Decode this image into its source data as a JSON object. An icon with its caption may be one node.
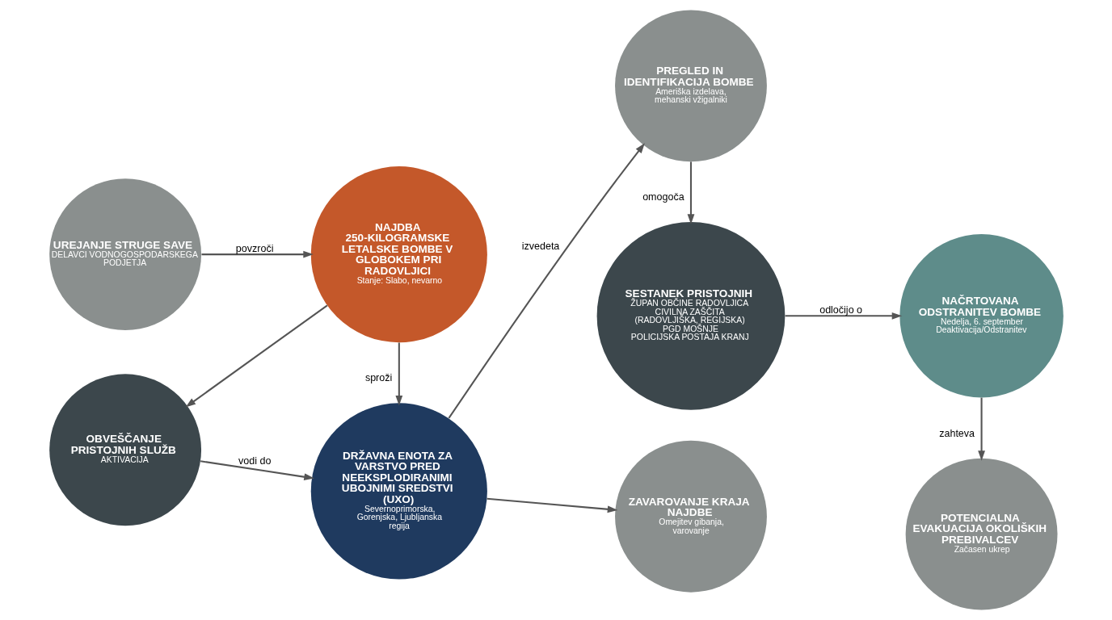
{
  "diagram": {
    "nodes": [
      {
        "text": [
          "UREJANJE STRUGE SAVE",
          "DELAVCI VODNOGOSPODARSKEGA PODJETJA"
        ]
      },
      {
        "text": [
          "NAJDBA 250-KILOGRAMSKE LETALSKE BOMBE V GLOBOKEM PRI RADOVLJICI",
          "Stanje: Slabo, nevarno"
        ]
      },
      {
        "text": [
          "OBVEŠČANJE PRISTOJNIH SLUŽB",
          "AKTIVACIJA"
        ]
      },
      {
        "text": [
          "DRŽAVNA ENOTA ZA VARSTVO PRED NEEKSPLODIRANIMI UBOJNIMI SREDSTVI (UXO)",
          "Severnoprimorska, Gorenjska, Ljubljanska regija"
        ]
      },
      {
        "text": [
          "SESTANEK PRISTOJNIH",
          "ŽUPAN OBČINE RADOVLJICA",
          "CIVILNA ZAŠČITA (RADOVLJIŠKA, REGIJSKA)",
          "PGD MOŠNJE",
          "POLICIJSKA POSTAJA KRANJ"
        ]
      },
      {
        "text": [
          "PREGLED IN IDENTIFIKACIJA BOMBE",
          "Ameriška izdelava, mehanski vžigalniki"
        ]
      },
      {
        "text": [
          "ZAVAROVANJE KRAJA NAJDBE",
          "Omejitev gibanja, varovanje"
        ]
      },
      {
        "text": [
          "NAČRTOVANA ODSTRANITEV BOMBE",
          "Nedelja, 6. september",
          "Deaktivacija/Odstranitev"
        ]
      },
      {
        "text": [
          "POTENCIALNA EVAKUACIJA OKOLIŠKIH PREBIVALCEV",
          "Začasen ukrep"
        ]
      }
    ],
    "edges": [
      {
        "from": 0,
        "to": 1,
        "arrow": "to",
        "label": "povzroči"
      },
      {
        "from": 1,
        "to": 2,
        "arrow": "to"
      },
      {
        "from": 1,
        "to": 3,
        "arrow": "to",
        "label": "sproži"
      },
      {
        "from": 2,
        "to": 3,
        "arrow": "to",
        "label": "vodi do"
      },
      {
        "from": 3,
        "to": 5,
        "arrow": "to",
        "label": "izvedeta"
      },
      {
        "from": 3,
        "to": 6,
        "arrow": "to"
      },
      {
        "from": 5,
        "to": 4,
        "arrow": "to",
        "label": "omogoča"
      },
      {
        "from": 4,
        "to": 7,
        "arrow": "to",
        "label": "odločijo o"
      },
      {
        "from": 7,
        "to": 8,
        "arrow": "to",
        "label": "zahteva"
      }
    ]
  }
}
